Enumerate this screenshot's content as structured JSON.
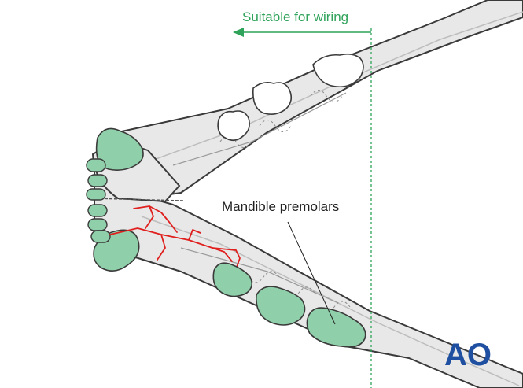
{
  "annotations": {
    "wiring_label": "Suitable for wiring",
    "premolars_label": "Mandible premolars"
  },
  "logo": {
    "text": "AO"
  },
  "colors": {
    "bone_fill": "#e8e8e8",
    "bone_outline": "#3a3a3a",
    "tooth_fill": "#8fcfaa",
    "tooth_white": "#ffffff",
    "fracture": "#e0201e",
    "wiring_green": "#2fa35a",
    "logo_blue": "#1e4fa0"
  }
}
